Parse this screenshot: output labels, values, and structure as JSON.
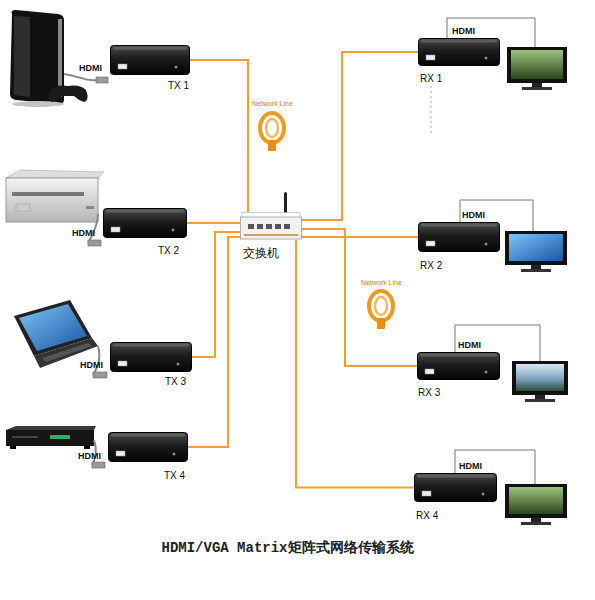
{
  "diagram": {
    "caption": "HDMI/VGA Matrix矩阵式网络传输系统",
    "nodes": [
      {
        "text": [
          "TX 1"
        ]
      },
      {
        "text": [
          "TX 2"
        ]
      },
      {
        "text": [
          "TX 3"
        ]
      },
      {
        "text": [
          "TX 4"
        ]
      },
      {
        "text": [
          "交换机"
        ]
      },
      {
        "text": [
          "RX 1"
        ]
      },
      {
        "text": [
          "RX 2"
        ]
      },
      {
        "text": [
          "RX 3"
        ]
      },
      {
        "text": [
          "RX 4"
        ]
      }
    ],
    "edges": [
      {
        "from": 0,
        "to": 4,
        "arrow": "none"
      },
      {
        "from": 1,
        "to": 4,
        "arrow": "none"
      },
      {
        "from": 2,
        "to": 4,
        "arrow": "none"
      },
      {
        "from": 3,
        "to": 4,
        "arrow": "none"
      },
      {
        "from": 4,
        "to": 5,
        "arrow": "none"
      },
      {
        "from": 4,
        "to": 6,
        "arrow": "none"
      },
      {
        "from": 4,
        "to": 7,
        "arrow": "none"
      },
      {
        "from": 4,
        "to": 8,
        "arrow": "none"
      }
    ],
    "labels": [
      "HDMI",
      "HDMI",
      "HDMI",
      "HDMI",
      "HDMI",
      "HDMI",
      "HDMI",
      "HDMI",
      "Network Line",
      "Network Line"
    ]
  }
}
